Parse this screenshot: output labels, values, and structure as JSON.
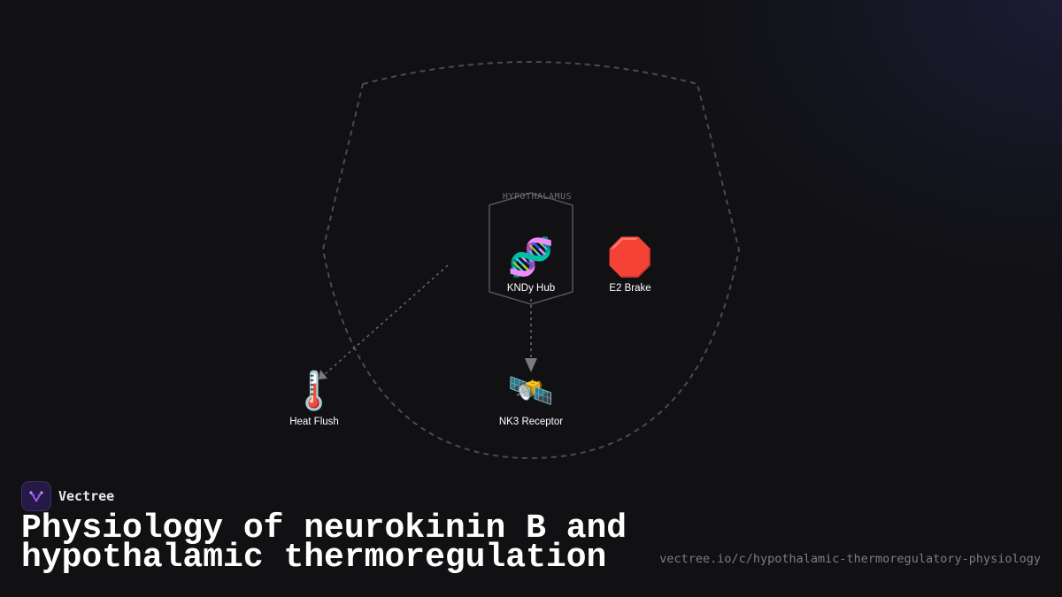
{
  "brand": {
    "name": "Vectree",
    "logo_icon": "vectree-logo-icon"
  },
  "diagram": {
    "group_label": "HYPOTHALAMUS",
    "nodes": [
      {
        "id": "kndy",
        "label": "KNDy Hub",
        "icon": "🧬",
        "icon_name": "dna-icon"
      },
      {
        "id": "e2",
        "label": "E2 Brake",
        "icon": "🛑",
        "icon_name": "stop-sign-icon"
      },
      {
        "id": "heat",
        "label": "Heat Flush",
        "icon": "🌡️",
        "icon_name": "thermometer-icon"
      },
      {
        "id": "nk3",
        "label": "NK3 Receptor",
        "icon": "🛰️",
        "icon_name": "satellite-icon"
      }
    ],
    "edges": [
      {
        "from": "kndy",
        "to": "nk3",
        "style": "dashed-arrow"
      },
      {
        "from": "kndy",
        "to": "heat",
        "style": "dashed-arrow"
      }
    ],
    "colors": {
      "outline": "#4a4a50",
      "edge": "#6a6a70",
      "group_outline": "#55555c"
    }
  },
  "title": "Physiology of neurokinin B and hypothalamic thermoregulation",
  "url": "vectree.io/c/hypothalamic-thermoregulatory-physiology"
}
